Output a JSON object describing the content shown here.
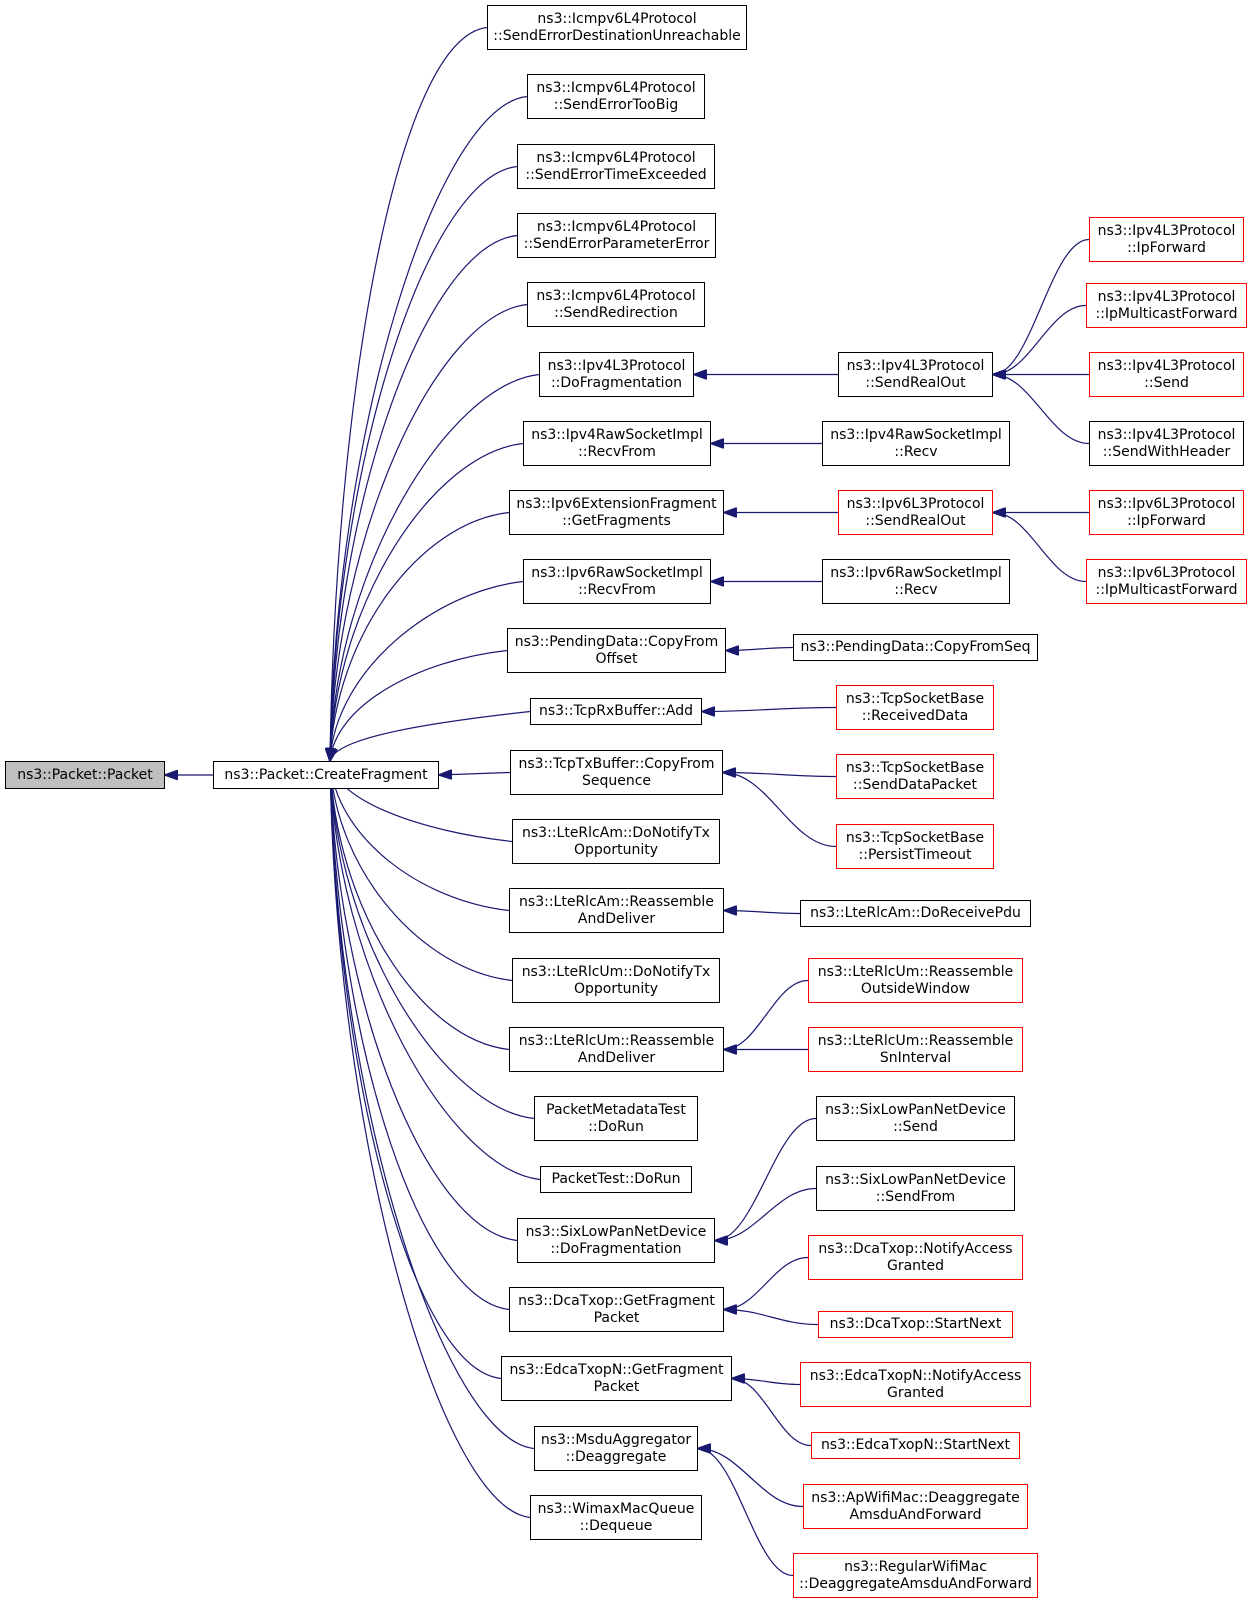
{
  "colors": {
    "edge": "#191970",
    "border_black": "#000000",
    "border_red": "#ff0000",
    "root_fill": "#bfbfbf"
  },
  "nodes": [
    {
      "id": "root",
      "lines": [
        "ns3::Packet::Packet"
      ],
      "border": "black",
      "kind": "root"
    },
    {
      "id": "cf",
      "lines": [
        "ns3::Packet::CreateFragment"
      ],
      "border": "black"
    },
    {
      "id": "n1",
      "lines": [
        "ns3::Icmpv6L4Protocol",
        "::SendErrorDestinationUnreachable"
      ],
      "border": "black"
    },
    {
      "id": "n2",
      "lines": [
        "ns3::Icmpv6L4Protocol",
        "::SendErrorTooBig"
      ],
      "border": "black"
    },
    {
      "id": "n3",
      "lines": [
        "ns3::Icmpv6L4Protocol",
        "::SendErrorTimeExceeded"
      ],
      "border": "black"
    },
    {
      "id": "n4",
      "lines": [
        "ns3::Icmpv6L4Protocol",
        "::SendErrorParameterError"
      ],
      "border": "black"
    },
    {
      "id": "n5",
      "lines": [
        "ns3::Icmpv6L4Protocol",
        "::SendRedirection"
      ],
      "border": "black"
    },
    {
      "id": "n6",
      "lines": [
        "ns3::Ipv4L3Protocol",
        "::DoFragmentation"
      ],
      "border": "black"
    },
    {
      "id": "n7",
      "lines": [
        "ns3::Ipv4RawSocketImpl",
        "::RecvFrom"
      ],
      "border": "black"
    },
    {
      "id": "n8",
      "lines": [
        "ns3::Ipv6ExtensionFragment",
        "::GetFragments"
      ],
      "border": "black"
    },
    {
      "id": "n9",
      "lines": [
        "ns3::Ipv6RawSocketImpl",
        "::RecvFrom"
      ],
      "border": "black"
    },
    {
      "id": "n10",
      "lines": [
        "ns3::PendingData::CopyFrom",
        "Offset"
      ],
      "border": "black"
    },
    {
      "id": "n11",
      "lines": [
        "ns3::TcpRxBuffer::Add"
      ],
      "border": "black"
    },
    {
      "id": "n12",
      "lines": [
        "ns3::TcpTxBuffer::CopyFrom",
        "Sequence"
      ],
      "border": "black"
    },
    {
      "id": "n13",
      "lines": [
        "ns3::LteRlcAm::DoNotifyTx",
        "Opportunity"
      ],
      "border": "black"
    },
    {
      "id": "n14",
      "lines": [
        "ns3::LteRlcAm::Reassemble",
        "AndDeliver"
      ],
      "border": "black"
    },
    {
      "id": "n15",
      "lines": [
        "ns3::LteRlcUm::DoNotifyTx",
        "Opportunity"
      ],
      "border": "black"
    },
    {
      "id": "n16",
      "lines": [
        "ns3::LteRlcUm::Reassemble",
        "AndDeliver"
      ],
      "border": "black"
    },
    {
      "id": "n17",
      "lines": [
        "PacketMetadataTest",
        "::DoRun"
      ],
      "border": "black"
    },
    {
      "id": "n18",
      "lines": [
        "PacketTest::DoRun"
      ],
      "border": "black"
    },
    {
      "id": "n19",
      "lines": [
        "ns3::SixLowPanNetDevice",
        "::DoFragmentation"
      ],
      "border": "black"
    },
    {
      "id": "n20",
      "lines": [
        "ns3::DcaTxop::GetFragment",
        "Packet"
      ],
      "border": "black"
    },
    {
      "id": "n21",
      "lines": [
        "ns3::EdcaTxopN::GetFragment",
        "Packet"
      ],
      "border": "black"
    },
    {
      "id": "n22",
      "lines": [
        "ns3::MsduAggregator",
        "::Deaggregate"
      ],
      "border": "black"
    },
    {
      "id": "n23",
      "lines": [
        "ns3::WimaxMacQueue",
        "::Dequeue"
      ],
      "border": "black"
    },
    {
      "id": "c1",
      "lines": [
        "ns3::Ipv4L3Protocol",
        "::SendRealOut"
      ],
      "border": "black"
    },
    {
      "id": "c2",
      "lines": [
        "ns3::Ipv4RawSocketImpl",
        "::Recv"
      ],
      "border": "black"
    },
    {
      "id": "c3",
      "lines": [
        "ns3::Ipv6L3Protocol",
        "::SendRealOut"
      ],
      "border": "red"
    },
    {
      "id": "c4",
      "lines": [
        "ns3::Ipv6RawSocketImpl",
        "::Recv"
      ],
      "border": "black"
    },
    {
      "id": "c5",
      "lines": [
        "ns3::PendingData::CopyFromSeq"
      ],
      "border": "black"
    },
    {
      "id": "c6",
      "lines": [
        "ns3::TcpSocketBase",
        "::ReceivedData"
      ],
      "border": "red"
    },
    {
      "id": "c7",
      "lines": [
        "ns3::TcpSocketBase",
        "::SendDataPacket"
      ],
      "border": "red"
    },
    {
      "id": "c8",
      "lines": [
        "ns3::TcpSocketBase",
        "::PersistTimeout"
      ],
      "border": "red"
    },
    {
      "id": "c9",
      "lines": [
        "ns3::LteRlcAm::DoReceivePdu"
      ],
      "border": "black"
    },
    {
      "id": "c10",
      "lines": [
        "ns3::LteRlcUm::Reassemble",
        "OutsideWindow"
      ],
      "border": "red"
    },
    {
      "id": "c11",
      "lines": [
        "ns3::LteRlcUm::Reassemble",
        "SnInterval"
      ],
      "border": "red"
    },
    {
      "id": "c12",
      "lines": [
        "ns3::SixLowPanNetDevice",
        "::Send"
      ],
      "border": "black"
    },
    {
      "id": "c13",
      "lines": [
        "ns3::SixLowPanNetDevice",
        "::SendFrom"
      ],
      "border": "black"
    },
    {
      "id": "c14",
      "lines": [
        "ns3::DcaTxop::NotifyAccess",
        "Granted"
      ],
      "border": "red"
    },
    {
      "id": "c15",
      "lines": [
        "ns3::DcaTxop::StartNext"
      ],
      "border": "red"
    },
    {
      "id": "c16",
      "lines": [
        "ns3::EdcaTxopN::NotifyAccess",
        "Granted"
      ],
      "border": "red"
    },
    {
      "id": "c17",
      "lines": [
        "ns3::EdcaTxopN::StartNext"
      ],
      "border": "red"
    },
    {
      "id": "c18",
      "lines": [
        "ns3::ApWifiMac::Deaggregate",
        "AmsduAndForward"
      ],
      "border": "red"
    },
    {
      "id": "c19",
      "lines": [
        "ns3::RegularWifiMac",
        "::DeaggregateAmsduAndForward"
      ],
      "border": "red"
    },
    {
      "id": "d1",
      "lines": [
        "ns3::Ipv4L3Protocol",
        "::IpForward"
      ],
      "border": "red"
    },
    {
      "id": "d2",
      "lines": [
        "ns3::Ipv4L3Protocol",
        "::IpMulticastForward"
      ],
      "border": "red"
    },
    {
      "id": "d3",
      "lines": [
        "ns3::Ipv4L3Protocol",
        "::Send"
      ],
      "border": "red"
    },
    {
      "id": "d4",
      "lines": [
        "ns3::Ipv4L3Protocol",
        "::SendWithHeader"
      ],
      "border": "black"
    },
    {
      "id": "d5",
      "lines": [
        "ns3::Ipv6L3Protocol",
        "::IpForward"
      ],
      "border": "red"
    },
    {
      "id": "d6",
      "lines": [
        "ns3::Ipv6L3Protocol",
        "::IpMulticastForward"
      ],
      "border": "red"
    }
  ],
  "edges": [
    [
      "cf",
      "root"
    ],
    [
      "n1",
      "cf"
    ],
    [
      "n2",
      "cf"
    ],
    [
      "n3",
      "cf"
    ],
    [
      "n4",
      "cf"
    ],
    [
      "n5",
      "cf"
    ],
    [
      "n6",
      "cf"
    ],
    [
      "n7",
      "cf"
    ],
    [
      "n8",
      "cf"
    ],
    [
      "n9",
      "cf"
    ],
    [
      "n10",
      "cf"
    ],
    [
      "n11",
      "cf"
    ],
    [
      "n12",
      "cf"
    ],
    [
      "n13",
      "cf"
    ],
    [
      "n14",
      "cf"
    ],
    [
      "n15",
      "cf"
    ],
    [
      "n16",
      "cf"
    ],
    [
      "n17",
      "cf"
    ],
    [
      "n18",
      "cf"
    ],
    [
      "n19",
      "cf"
    ],
    [
      "n20",
      "cf"
    ],
    [
      "n21",
      "cf"
    ],
    [
      "n22",
      "cf"
    ],
    [
      "n23",
      "cf"
    ],
    [
      "c1",
      "n6"
    ],
    [
      "c2",
      "n7"
    ],
    [
      "c3",
      "n8"
    ],
    [
      "c4",
      "n9"
    ],
    [
      "c5",
      "n10"
    ],
    [
      "c6",
      "n11"
    ],
    [
      "c7",
      "n12"
    ],
    [
      "c8",
      "n12"
    ],
    [
      "c9",
      "n14"
    ],
    [
      "c10",
      "n16"
    ],
    [
      "c11",
      "n16"
    ],
    [
      "c12",
      "n19"
    ],
    [
      "c13",
      "n19"
    ],
    [
      "c14",
      "n20"
    ],
    [
      "c15",
      "n20"
    ],
    [
      "c16",
      "n21"
    ],
    [
      "c17",
      "n21"
    ],
    [
      "c18",
      "n22"
    ],
    [
      "c19",
      "n22"
    ],
    [
      "d1",
      "c1"
    ],
    [
      "d2",
      "c1"
    ],
    [
      "d3",
      "c1"
    ],
    [
      "d4",
      "c1"
    ],
    [
      "d5",
      "c3"
    ],
    [
      "d6",
      "c3"
    ]
  ]
}
